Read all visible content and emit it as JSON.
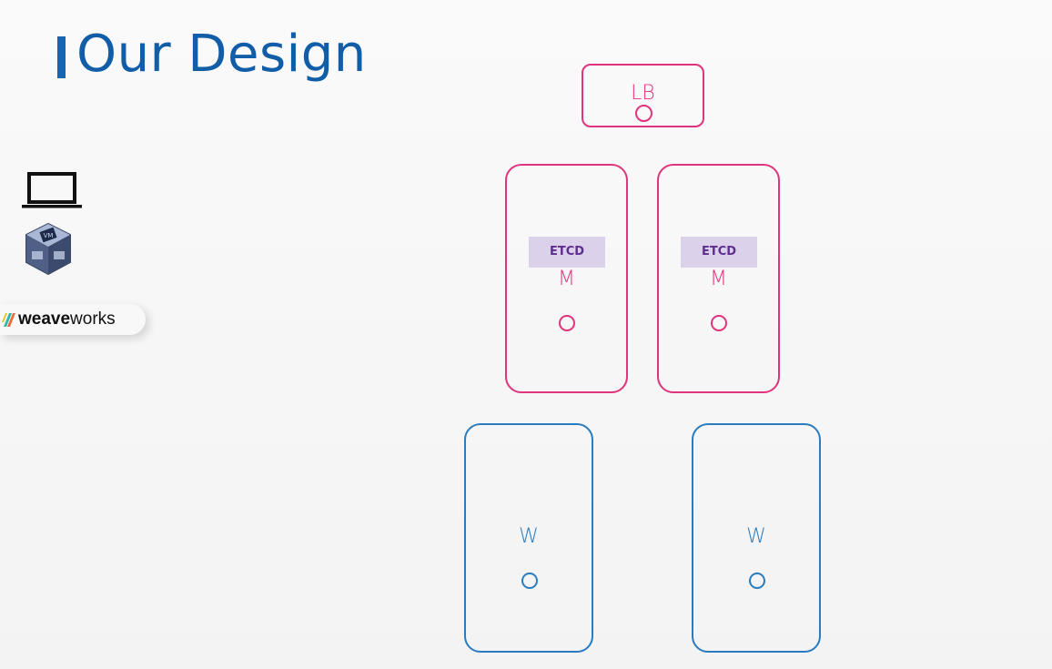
{
  "slide": {
    "title": "Our Design"
  },
  "sidebar": {
    "icons": [
      "laptop-icon",
      "virtualbox-icon",
      "weaveworks-logo"
    ],
    "weaveworks": {
      "bold": "weave",
      "regular": "works"
    }
  },
  "diagram": {
    "load_balancer": {
      "label": "LB"
    },
    "masters": [
      {
        "badge": "ETCD",
        "label": "M"
      },
      {
        "badge": "ETCD",
        "label": "M"
      }
    ],
    "workers": [
      {
        "label": "W"
      },
      {
        "label": "W"
      }
    ]
  },
  "colors": {
    "title": "#115da8",
    "accent_bar": "#1565b3",
    "master": "#e0347c",
    "worker": "#2a7cc0",
    "etcd_bg": "#dcd1ea",
    "etcd_text": "#5d2e8e"
  }
}
